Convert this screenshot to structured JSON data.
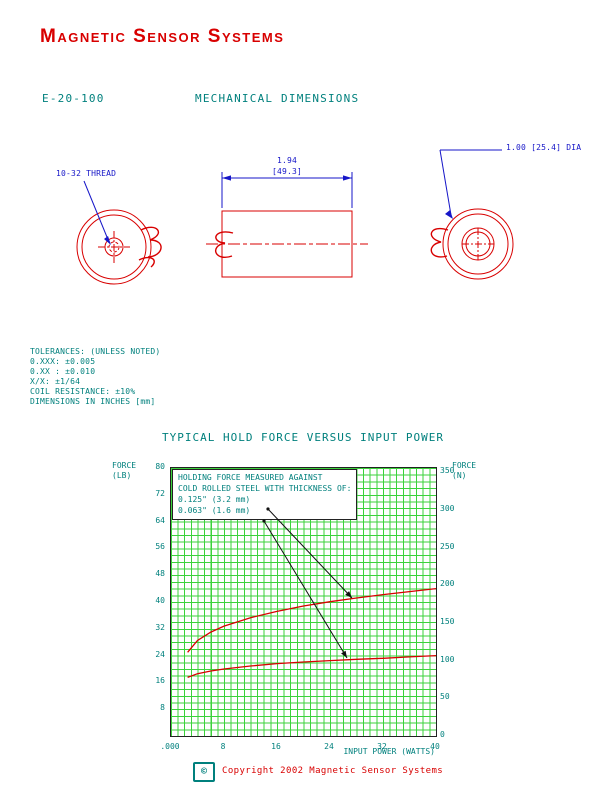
{
  "brand": {
    "title": "Magnetic Sensor Systems"
  },
  "header": {
    "part_number": "E-20-100",
    "section_title": "MECHANICAL DIMENSIONS"
  },
  "drawing": {
    "thread_label": "10-32 THREAD",
    "length_in": "1.94",
    "length_mm": "[49.3]",
    "diameter_label": "1.00 [25.4] DIA"
  },
  "tolerances": {
    "lines": [
      "TOLERANCES: (UNLESS NOTED)",
      "0.XXX: ±0.005",
      "0.XX : ±0.010",
      "X/X: ±1/64",
      "COIL RESISTANCE:  ±10%",
      "DIMENSIONS IN INCHES [mm]"
    ]
  },
  "chart_data": {
    "type": "line",
    "title": "TYPICAL HOLD FORCE VERSUS INPUT POWER",
    "xlabel": "INPUT POWER (WATTS)",
    "ylabel_left": "FORCE",
    "ylabel_left_unit": "(LB)",
    "ylabel_right": "FORCE",
    "ylabel_right_unit": "(N)",
    "xlim": [
      0,
      40
    ],
    "ylim_lb": [
      0,
      80
    ],
    "ylim_n": [
      0,
      355.9
    ],
    "grid": true,
    "x_ticks": [
      {
        "value": 0,
        "label": ".000"
      },
      {
        "value": 8,
        "label": "8"
      },
      {
        "value": 16,
        "label": "16"
      },
      {
        "value": 24,
        "label": "24"
      },
      {
        "value": 32,
        "label": "32"
      },
      {
        "value": 40,
        "label": "40"
      }
    ],
    "y_ticks_lb": [
      80,
      72,
      64,
      56,
      48,
      40,
      32,
      24,
      16,
      8
    ],
    "y_ticks_n": [
      350,
      300,
      250,
      200,
      150,
      100,
      50,
      0
    ],
    "annotation": {
      "line1": "HOLDING FORCE MEASURED AGAINST",
      "line2": "COLD ROLLED STEEL WITH THICKNESS OF:"
    },
    "series": [
      {
        "name": "0.125\" (3.2 mm)",
        "x": [
          2.5,
          4,
          6,
          8,
          12,
          16,
          20,
          24,
          28,
          32,
          36,
          40
        ],
        "force_lb": [
          25,
          28.5,
          31,
          32.8,
          35.3,
          37.2,
          38.8,
          40.1,
          41.2,
          42.2,
          43.1,
          44
        ]
      },
      {
        "name": "0.063\" (1.6 mm)",
        "x": [
          2.5,
          4,
          6,
          8,
          12,
          16,
          20,
          24,
          28,
          32,
          36,
          40
        ],
        "force_lb": [
          17.5,
          18.6,
          19.4,
          20,
          20.9,
          21.6,
          22.1,
          22.5,
          22.9,
          23.2,
          23.6,
          24
        ]
      }
    ]
  },
  "footer": {
    "copyright_symbol": "©",
    "copyright_text": "Copyright 2002 Magnetic Sensor Systems"
  },
  "colors": {
    "red": "#d80000",
    "teal": "#00807d",
    "blue": "#1616c8",
    "grid_green": "#3bd23b",
    "black": "#111111"
  }
}
